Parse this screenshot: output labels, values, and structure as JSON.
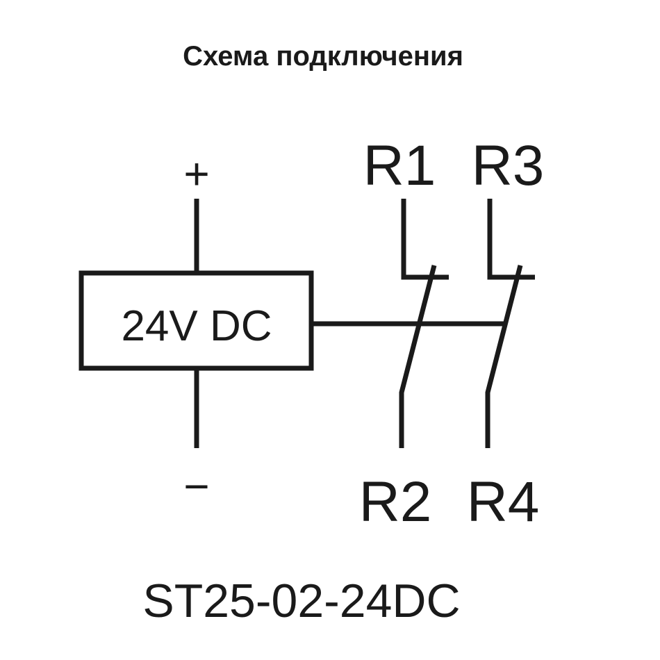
{
  "title": "Схема подключения",
  "power": {
    "plus": "+",
    "minus": "−",
    "label": "24V DC"
  },
  "terminals": {
    "r1": "R1",
    "r3": "R3",
    "r2": "R2",
    "r4": "R4"
  },
  "model": "ST25-02-24DC",
  "colors": {
    "ink": "#1a1a1a",
    "background": "#ffffff"
  }
}
